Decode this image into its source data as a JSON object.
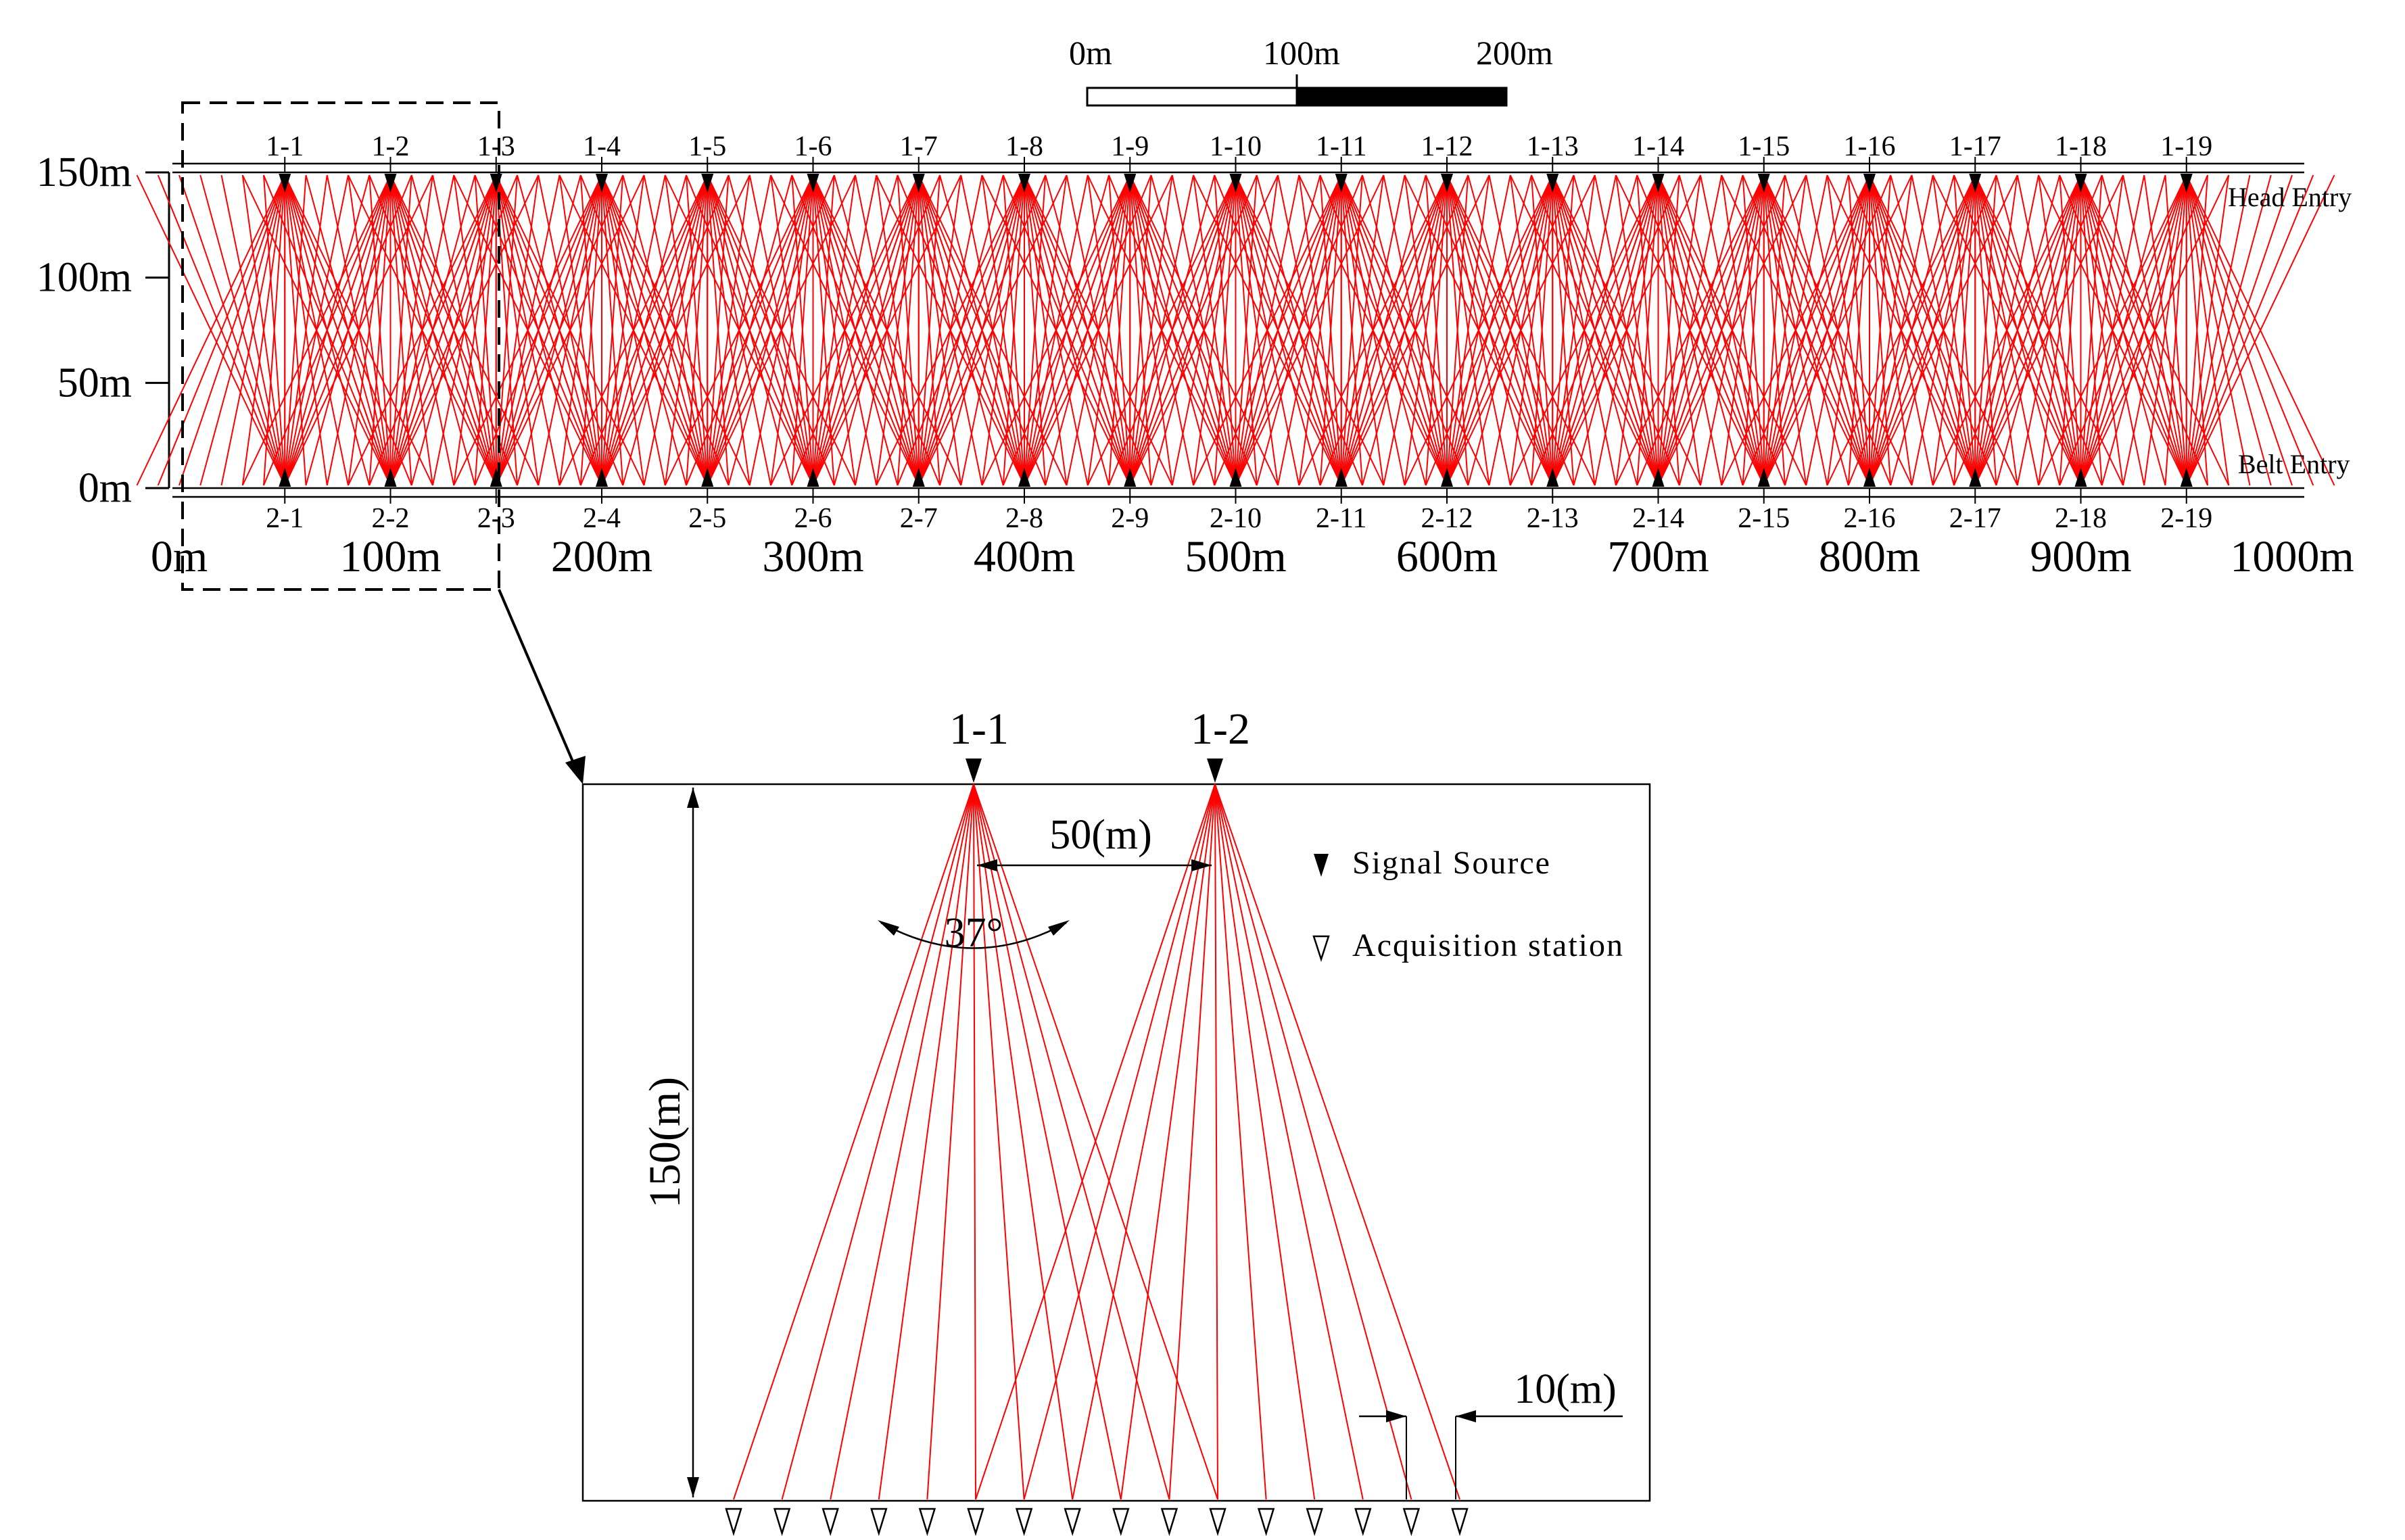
{
  "scale_bar": {
    "labels": [
      "0m",
      "100m",
      "200m"
    ]
  },
  "overview": {
    "y_ticks": [
      "150m",
      "100m",
      "50m",
      "0m"
    ],
    "x_ticks": [
      "0m",
      "100m",
      "200m",
      "300m",
      "400m",
      "500m",
      "600m",
      "700m",
      "800m",
      "900m",
      "1000m"
    ],
    "head_entry_label": "Head Entry",
    "belt_entry_label": "Belt Entry",
    "top_source_labels": [
      "1-1",
      "1-2",
      "1-3",
      "1-4",
      "1-5",
      "1-6",
      "1-7",
      "1-8",
      "1-9",
      "1-10",
      "1-11",
      "1-12",
      "1-13",
      "1-14",
      "1-15",
      "1-16",
      "1-17",
      "1-18",
      "1-19"
    ],
    "bottom_source_labels": [
      "2-1",
      "2-2",
      "2-3",
      "2-4",
      "2-5",
      "2-6",
      "2-7",
      "2-8",
      "2-9",
      "2-10",
      "2-11",
      "2-12",
      "2-13",
      "2-14",
      "2-15",
      "2-16",
      "2-17",
      "2-18",
      "2-19"
    ]
  },
  "detail": {
    "source_a": "1-1",
    "source_b": "1-2",
    "spacing_label": "50(m)",
    "angle_label": "37°",
    "height_label": "150(m)",
    "station_spacing_label": "10(m)",
    "legend": {
      "signal_source": "Signal Source",
      "acquisition_station": "Acquisition station"
    },
    "station_count": 16
  }
}
